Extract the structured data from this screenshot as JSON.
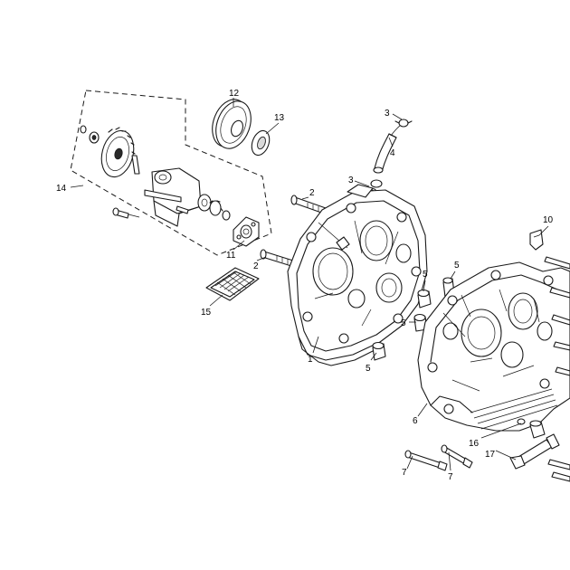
{
  "callouts": [
    {
      "id": "c12",
      "text": "12"
    },
    {
      "id": "c13",
      "text": "13"
    },
    {
      "id": "c3a",
      "text": "3"
    },
    {
      "id": "c4",
      "text": "4"
    },
    {
      "id": "c3b",
      "text": "3"
    },
    {
      "id": "c14",
      "text": "14"
    },
    {
      "id": "c2a",
      "text": "2"
    },
    {
      "id": "c10",
      "text": "10"
    },
    {
      "id": "c11",
      "text": "11"
    },
    {
      "id": "c2b",
      "text": "2"
    },
    {
      "id": "c5a",
      "text": "5"
    },
    {
      "id": "c5b",
      "text": "5"
    },
    {
      "id": "c5c",
      "text": "5"
    },
    {
      "id": "c15",
      "text": "15"
    },
    {
      "id": "c1",
      "text": "1"
    },
    {
      "id": "c5d",
      "text": "5"
    },
    {
      "id": "c6",
      "text": "6"
    },
    {
      "id": "c16",
      "text": "16"
    },
    {
      "id": "c17",
      "text": "17"
    },
    {
      "id": "c7a",
      "text": "7"
    },
    {
      "id": "c7b",
      "text": "7"
    }
  ],
  "colors": {
    "line": "#1a1a1a",
    "background": "#ffffff"
  }
}
